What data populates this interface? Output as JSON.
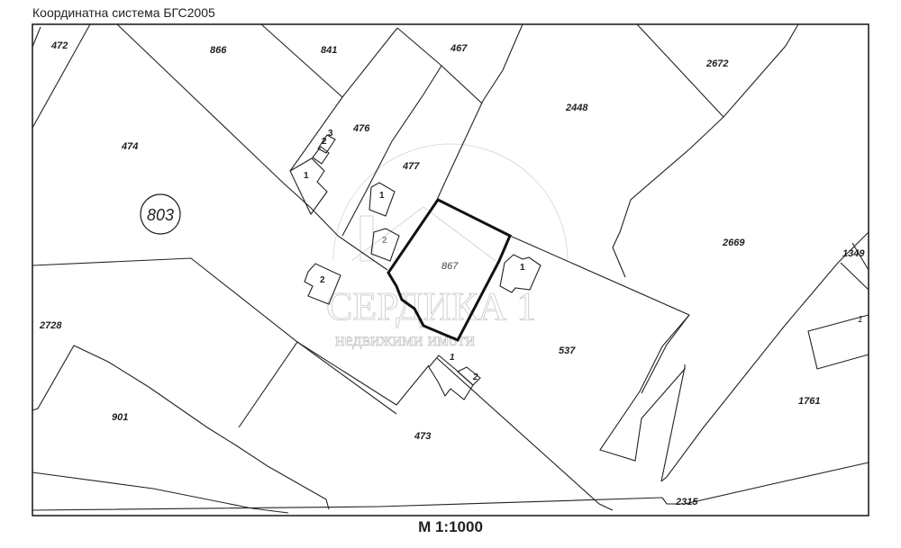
{
  "header": {
    "title": "Координатна система БГС2005"
  },
  "footer": {
    "scale": "M 1:1000"
  },
  "map": {
    "frame_color": "#222222",
    "highlight_parcel": "867",
    "region_number": "803",
    "parcels": {
      "p472": "472",
      "p866": "866",
      "p841": "841",
      "p467": "467",
      "p2672": "2672",
      "p476": "476",
      "p2448": "2448",
      "p474": "474",
      "p477": "477",
      "p2669": "2669",
      "p1349": "1349",
      "p867": "867",
      "p2728": "2728",
      "p537": "537",
      "p1761": "1761",
      "p901": "901",
      "p473": "473",
      "p2315": "2315"
    },
    "buildings": {
      "b476_1": "1",
      "b476_2": "2",
      "b476_3": "3",
      "b477_1": "1",
      "b477_2": "2",
      "b474_2": "2",
      "b537_1": "1",
      "b473_1": "1",
      "b473_2": "2",
      "b1761_1": "1"
    },
    "watermark": {
      "line1": "СЕРДИКА 1",
      "line2": "недвижими имоти"
    }
  }
}
